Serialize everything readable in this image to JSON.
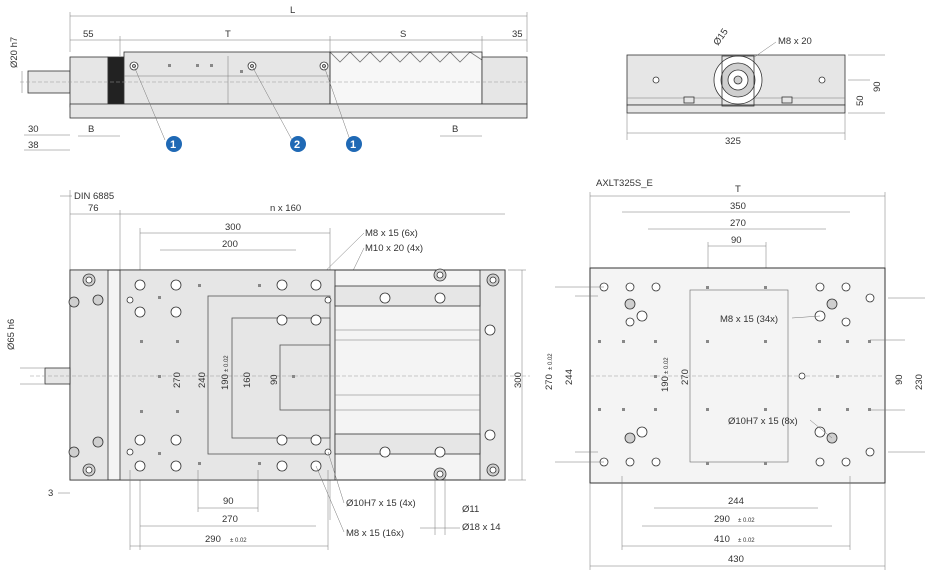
{
  "top_left_view": {
    "dims": {
      "L": "L",
      "d55": "55",
      "T": "T",
      "S": "S",
      "d35": "35",
      "shaft_dia": "Ø20 h7",
      "d30": "30",
      "d38": "38",
      "B_left": "B",
      "B_right": "B"
    },
    "badges": [
      "1",
      "2",
      "1"
    ]
  },
  "end_view": {
    "dims": {
      "d15": "Ø15",
      "m8x20": "M8 x 20",
      "d50": "50",
      "d90": "90",
      "d325": "325"
    }
  },
  "plan_view": {
    "dims": {
      "din": "DIN 6885",
      "d76": "76",
      "nx160": "n x 160",
      "d300_top": "300",
      "d200": "200",
      "m8x15_6x": "M8 x 15 (6x)",
      "m10x20_4x": "M10 x 20 (4x)",
      "shaft_dia": "Ø65 h6",
      "d270_v": "270",
      "d240_v": "240",
      "d190_v": "190",
      "tol_02": "± 0.02",
      "d160_v": "160",
      "d90_v": "90",
      "d300_v": "300",
      "d3": "3",
      "d90_h": "90",
      "d270_h": "270",
      "d290_h": "290",
      "d10h7": "Ø10H7 x 15 (4x)",
      "d11": "Ø11",
      "d18x14": "Ø18 x 14",
      "m8x15_16x": "M8 x 15 (16x)"
    }
  },
  "table_view": {
    "title": "AXLT325S_E",
    "dims": {
      "T": "T",
      "d350": "350",
      "d270_top": "270",
      "d90_top": "90",
      "d270_v": "270",
      "d244_v": "244",
      "d190_v": "190",
      "d270_inner": "270",
      "m8x15_34x": "M8 x 15 (34x)",
      "d10h7_8x": "Ø10H7 x 15 (8x)",
      "d90_r": "90",
      "d230_r": "230",
      "d244_h": "244",
      "d290_h": "290",
      "d410_h": "410",
      "d430_h": "430",
      "tol_02": "± 0.02"
    }
  }
}
